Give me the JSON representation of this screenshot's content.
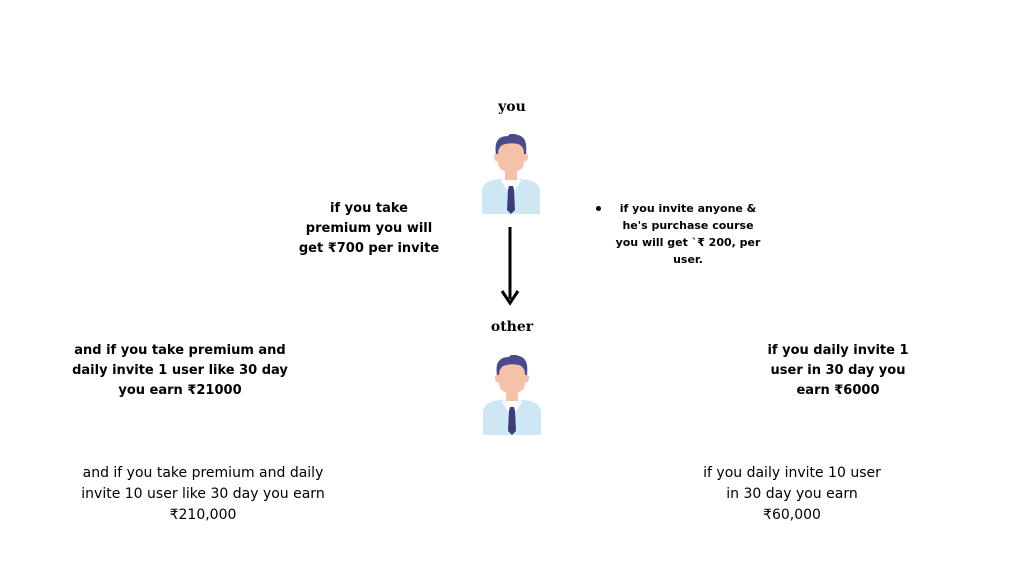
{
  "nodes": {
    "you_label": "you",
    "other_label": "other"
  },
  "premium_per_invite": {
    "line1": "if you take",
    "line2": "premium you will",
    "line3": "get ₹700 per invite"
  },
  "referral_bullet": {
    "text": "if you invite anyone &\nhe's  purchase course\nyou will get `₹ 200, per\nuser."
  },
  "premium_daily_1": {
    "line1": "and if you take premium and",
    "line2": "daily invite 1 user like 30 day",
    "line3": "you earn ₹21000"
  },
  "daily_1": {
    "line1": "if you daily invite 1",
    "line2": "user in 30 day you",
    "line3": "earn ₹6000"
  },
  "premium_daily_10": {
    "line1": "and if you take premium and daily",
    "line2": "invite 10 user like 30 day you earn",
    "line3": "₹210,000"
  },
  "daily_10": {
    "line1": "if you daily invite 10 user",
    "line2": "in 30 day you earn",
    "line3": "₹60,000"
  },
  "colors": {
    "hair": "#4a4a8c",
    "skin": "#f4c2a8",
    "shirt": "#cde7f5",
    "tie": "#3c3c78",
    "arrow": "#000000"
  },
  "icons": {
    "person": "person-icon",
    "arrow": "arrow-down-icon"
  }
}
